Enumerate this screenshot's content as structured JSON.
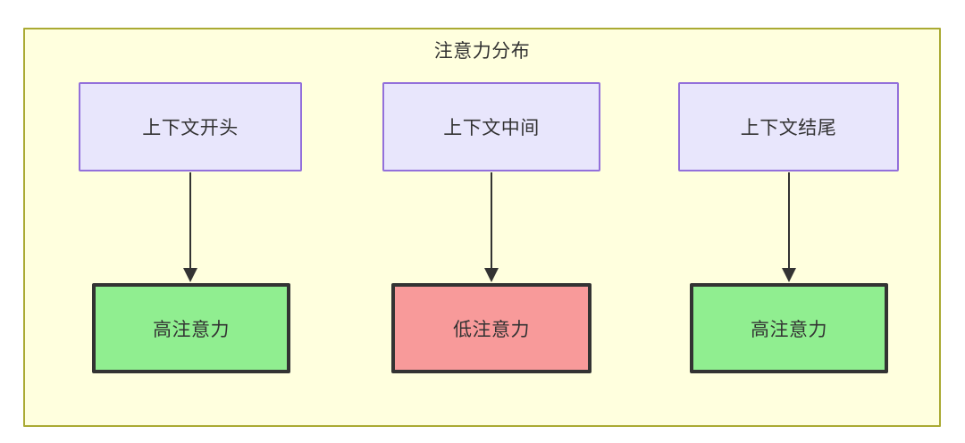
{
  "diagram": {
    "title": "注意力分布",
    "container_label": "注意力分布",
    "colors": {
      "container_fill": "#ffffde",
      "container_border": "#aaaa33",
      "source_fill": "#e8e6fc",
      "source_border": "#9370db",
      "outcome_border": "#333333",
      "high_attention_fill": "#90ee90",
      "low_attention_fill": "#f89a9a",
      "text": "#333333",
      "edge": "#333333"
    },
    "nodes": {
      "context_start": "上下文开头",
      "context_middle": "上下文中间",
      "context_end": "上下文结尾",
      "attention_start": "高注意力",
      "attention_middle": "低注意力",
      "attention_end": "高注意力"
    },
    "edges": [
      {
        "from": "上下文开头",
        "to": "高注意力"
      },
      {
        "from": "上下文中间",
        "to": "低注意力"
      },
      {
        "from": "上下文结尾",
        "to": "高注意力"
      }
    ]
  }
}
